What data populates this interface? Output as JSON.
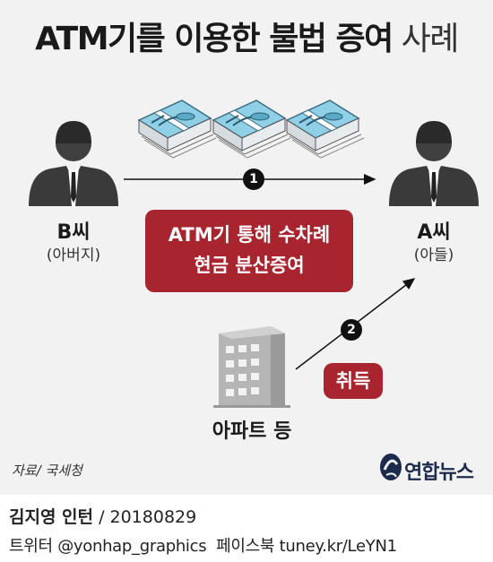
{
  "title": {
    "main": "ATM기를 이용한 불법 증여",
    "suffix": "사례"
  },
  "father": {
    "name": "B씨",
    "relation": "(아버지)"
  },
  "son": {
    "name": "A씨",
    "relation": "(아들)"
  },
  "step1": {
    "number": "1",
    "line1": "ATM기 통해 수차례",
    "line2": "현금 분산증여"
  },
  "step2": {
    "number": "2",
    "label": "취득"
  },
  "building": {
    "label": "아파트 등"
  },
  "source": "자료/ 국세청",
  "logo": {
    "text": "연합뉴스"
  },
  "credit": {
    "author": "김지영 인턴",
    "date": "/ 20180829"
  },
  "social": {
    "twitter": "트위터 @yonhap_graphics",
    "facebook": "페이스북 tuney.kr/LeYN1"
  },
  "colors": {
    "accent": "#a8242e",
    "background": "#f2f2f2",
    "money": "#8fd0e6"
  }
}
